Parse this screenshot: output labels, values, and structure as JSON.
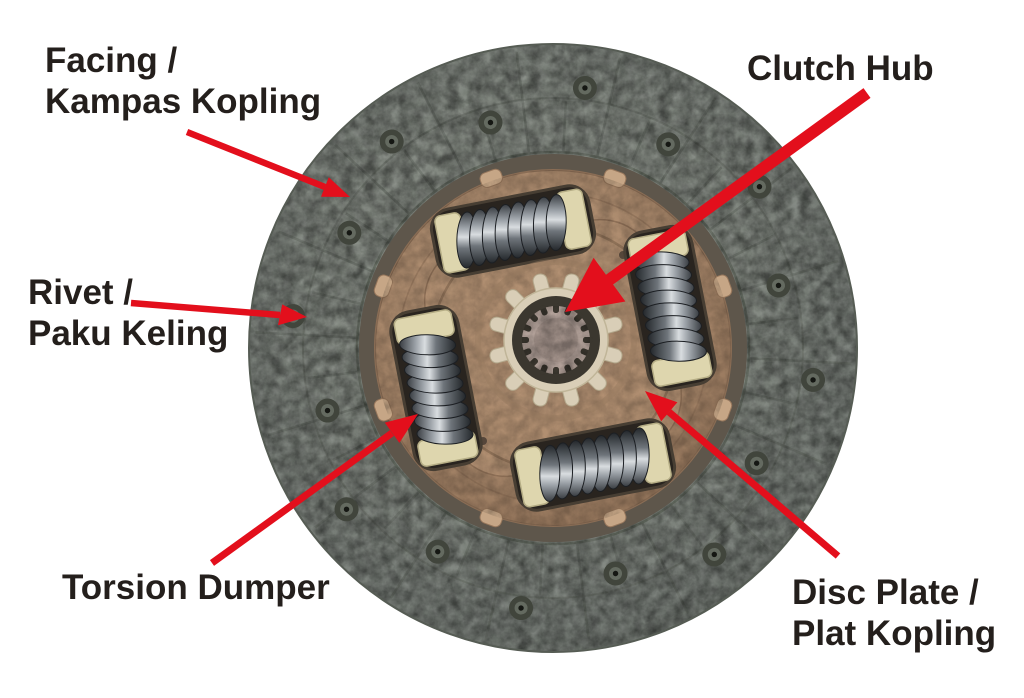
{
  "labels": {
    "facing": {
      "line1": "Facing /",
      "line2": "Kampas Kopling"
    },
    "clutch_hub": {
      "line1": "Clutch Hub"
    },
    "rivet": {
      "line1": "Rivet /",
      "line2": "Paku Keling"
    },
    "torsion_damper": {
      "line1": "Torsion Dumper"
    },
    "disc_plate": {
      "line1": "Disc Plate /",
      "line2": "Plat Kopling"
    }
  },
  "colors": {
    "arrow": "#e30f1c",
    "label_text": "#241f1c",
    "facing_gray": "#7b8179",
    "plate_copper": "#ab8a6d",
    "spring_seat": "#ded6ae",
    "hub_cream": "#d9ceb7",
    "background": "#ffffff"
  }
}
